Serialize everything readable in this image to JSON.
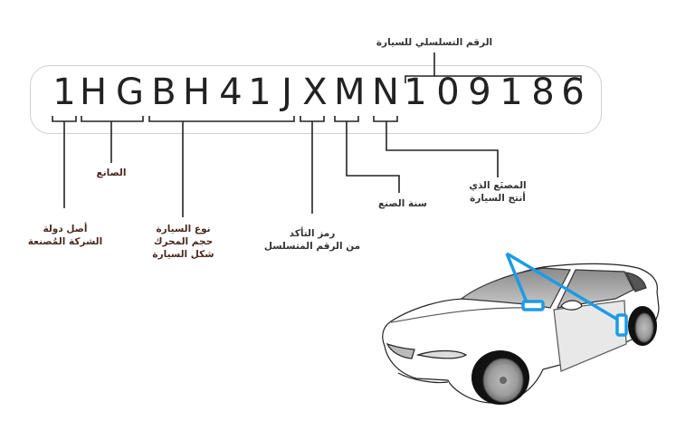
{
  "vin": {
    "characters": [
      "1",
      "H",
      "G",
      "B",
      "H",
      "4",
      "1",
      "J",
      "X",
      "M",
      "N",
      "1",
      "0",
      "9",
      "1",
      "8",
      "6"
    ],
    "full": "1HGBH41JXMN109186"
  },
  "labels": {
    "serial_number": "الرقم التسلسلي للسيارة",
    "manufacturer": "الصانع",
    "country_origin_line1": "أصل دولة",
    "country_origin_line2": "الشركة المُصنعة",
    "vehicle_type_line1": "نوع السيارة",
    "vehicle_type_line2": "حجم المحرك",
    "vehicle_type_line3": "شكل السيارة",
    "check_digit_line1": "رمز التأكد",
    "check_digit_line2": "من الرقم المتسلسل",
    "model_year": "سنة الصنع",
    "plant_line1": "المصنَع الذي",
    "plant_line2": "أنتج السيارة"
  },
  "colors": {
    "label_brown": "#4a2a20",
    "label_dark": "#333333",
    "line": "#222222",
    "highlight_blue": "#1a9be8"
  },
  "illustration": {
    "subject": "white-sedan-car",
    "vin_locations": [
      "windshield-dashboard",
      "driver-door-jamb"
    ]
  }
}
